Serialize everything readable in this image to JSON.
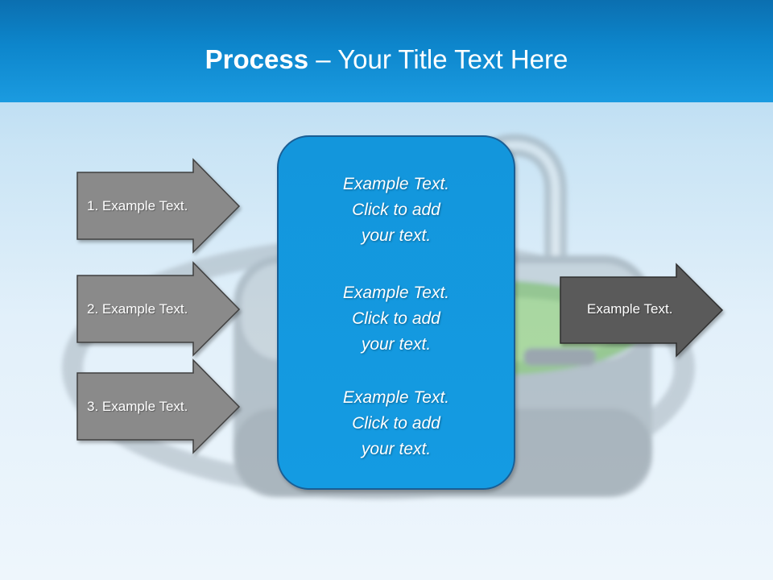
{
  "slide": {
    "title_bold": "Process",
    "title_rest": " – Your Title Text Here"
  },
  "inputs": [
    {
      "label": "1. Example Text."
    },
    {
      "label": "2. Example Text."
    },
    {
      "label": "3. Example Text."
    }
  ],
  "center": {
    "blocks": [
      {
        "line1": "Example Text.",
        "line2": "Click  to add",
        "line3": "your text."
      },
      {
        "line1": "Example Text.",
        "line2": "Click  to add",
        "line3": "your text."
      },
      {
        "line1": "Example Text.",
        "line2": "Click  to add",
        "line3": "your text."
      }
    ]
  },
  "output": {
    "label": "Example Text."
  },
  "colors": {
    "header": "#0d86cc",
    "center_box": "#149be2",
    "input_arrow": "#8a8a8a",
    "output_arrow": "#5a5a5a"
  },
  "background_image": "padlock-image"
}
